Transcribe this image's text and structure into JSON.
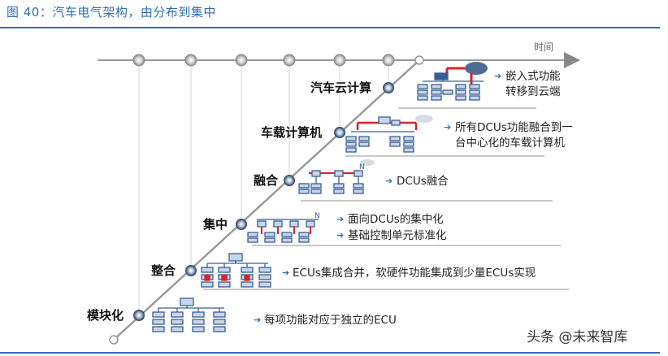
{
  "title": "图 40：汽车电气架构，由分布到集中",
  "time_axis_label": "时间",
  "watermark": "头条 @未来智库",
  "levels": [
    {
      "label": "模块化",
      "descriptions": [
        "每项功能对应于独立的ECU"
      ]
    },
    {
      "label": "整合",
      "descriptions": [
        "ECUs集成合并，软硬件功能集成到少量ECUs实现"
      ]
    },
    {
      "label": "集中",
      "descriptions": [
        "面向DCUs的集中化",
        "基础控制单元标准化"
      ]
    },
    {
      "label": "融合",
      "descriptions": [
        "DCUs融合"
      ]
    },
    {
      "label": "车载计算机",
      "descriptions": [
        "所有DCUs功能融合到一",
        "台中心化的车载计算机"
      ]
    },
    {
      "label": "汽车云计算",
      "descriptions": [
        "嵌入式功能",
        "转移到云端"
      ]
    }
  ],
  "colors": {
    "accent": "#2e6fb5",
    "node_fill": "#c9d6ea",
    "node_stroke": "#3a5f93",
    "highlight": "#d8232a",
    "shelf": "#cccccc"
  }
}
